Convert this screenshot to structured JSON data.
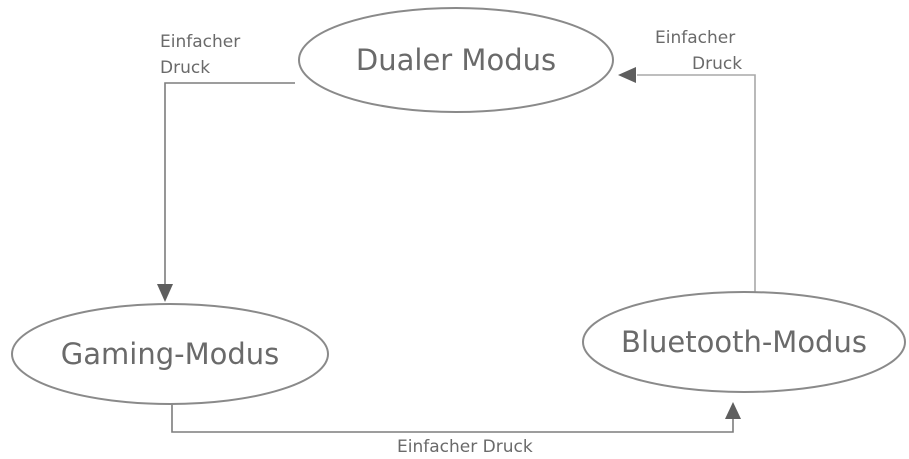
{
  "diagram": {
    "nodes": {
      "dual": {
        "label": "Dualer Modus"
      },
      "gaming": {
        "label": "Gaming-Modus"
      },
      "bluetooth": {
        "label": "Bluetooth-Modus"
      }
    },
    "edges": {
      "dual_to_gaming": {
        "label_line1": "Einfacher",
        "label_line2": "Druck"
      },
      "gaming_to_bluetooth": {
        "label": "Einfacher Druck"
      },
      "bluetooth_to_dual": {
        "label_line1": "Einfacher",
        "label_line2": "Druck"
      }
    }
  }
}
